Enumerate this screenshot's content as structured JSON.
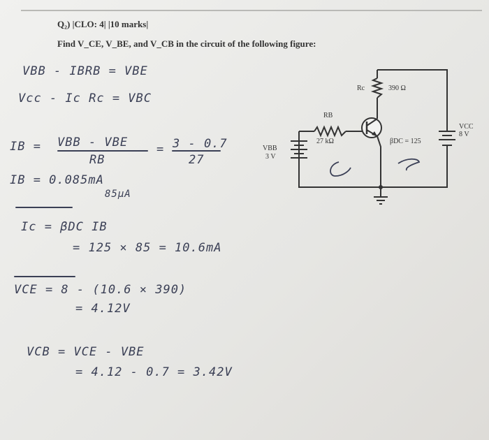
{
  "header": {
    "question": "Q₂) |CLO: 4| |10 marks|",
    "instruction": "Find V_CE, V_BE, and V_CB in the circuit of the following figure:"
  },
  "work": {
    "line1": "VBB - IBRB = VBE",
    "line2": "Vcc - Ic Rc = VBC",
    "ib_lhs": "IB =",
    "ib_num": "VBB - VBE",
    "ib_den": "RB",
    "ib_eq": "=",
    "ib_num2": "3 - 0.7",
    "ib_den2": "27",
    "ib_val": "IB = 0.085mA",
    "ib_val2": "85μA",
    "ic_formula": "Ic = βDC IB",
    "ic_calc": "= 125 × 85 = 10.6mA",
    "vce_formula": "VCE = 8 - (10.6 × 390)",
    "vce_val": "= 4.12V",
    "vcb_formula": "VCB = VCE - VBE",
    "vcb_val": "= 4.12 - 0.7 = 3.42V"
  },
  "circuit": {
    "rc_label": "Rc",
    "rc_value": "390 Ω",
    "rb_label": "RB",
    "rb_value": "27 kΩ",
    "vbb_label": "VBB",
    "vbb_value": "3 V",
    "vcc_label": "VCC",
    "vcc_value": "8 V",
    "beta_label": "βDC = 125"
  }
}
